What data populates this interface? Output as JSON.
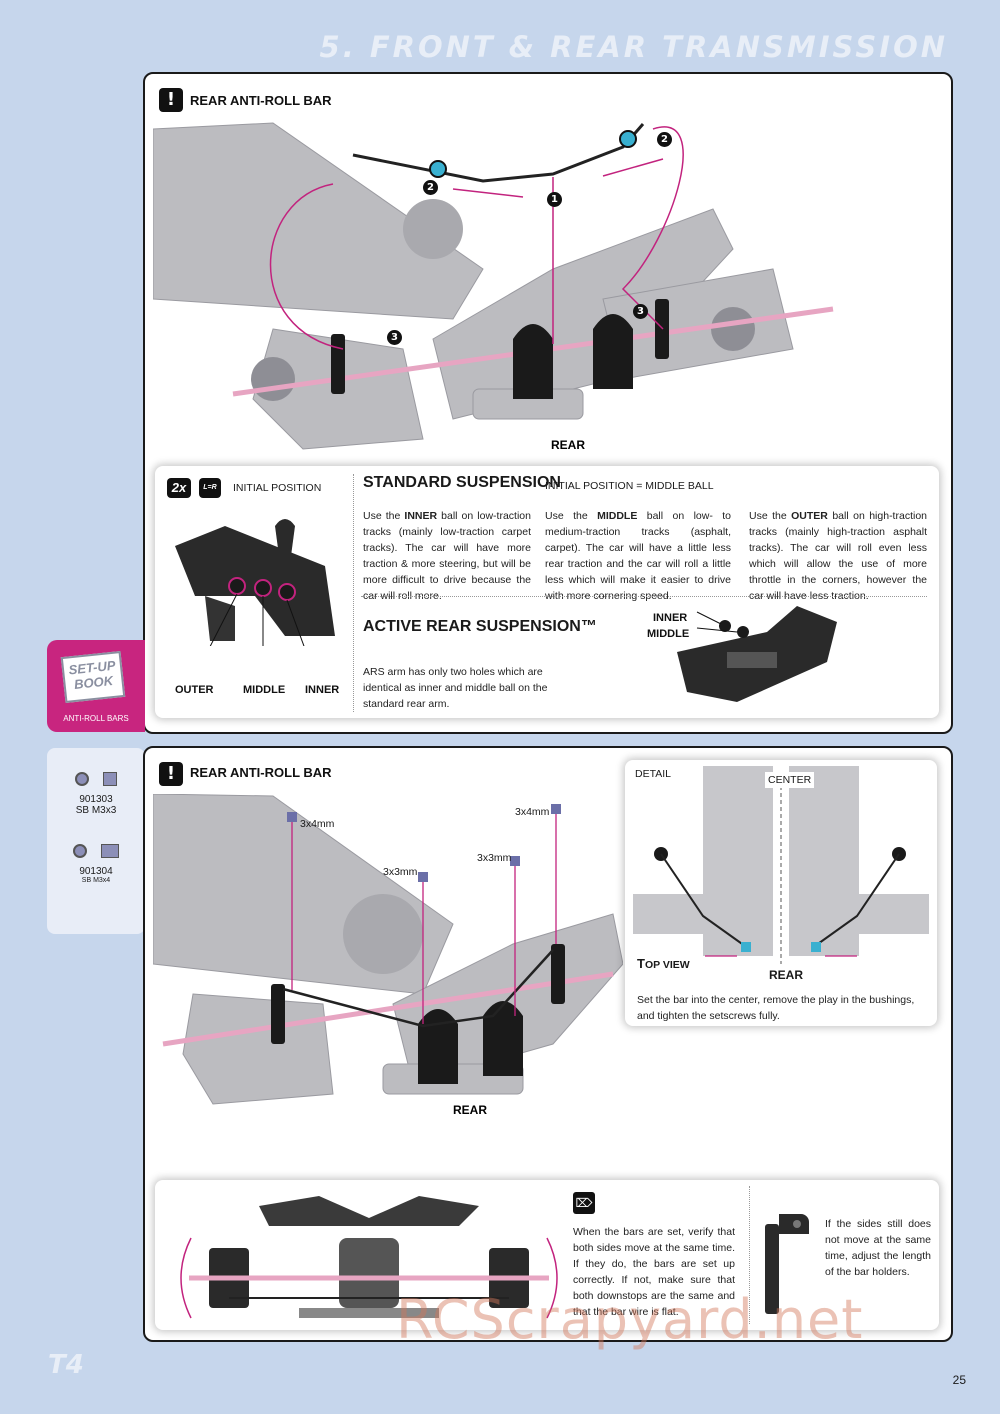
{
  "header": {
    "section_title": "5. FRONT & REAR TRANSMISSION"
  },
  "top_panel": {
    "title": "REAR ANTI-ROLL BAR",
    "step_numbers": [
      "1",
      "2",
      "2",
      "3",
      "3"
    ],
    "rear_label": "REAR"
  },
  "setup_tab": {
    "book_line1": "SET-UP",
    "book_line2": "BOOK",
    "caption": "ANTI-ROLL BARS"
  },
  "standard_box": {
    "badge_qty": "2x",
    "badge_lr": "L=R",
    "initial_position": "INITIAL POSITION",
    "title": "STANDARD SUSPENSION",
    "subtitle": "INITIAL POSITION = MIDDLE BALL",
    "col1": {
      "pre": "Use the ",
      "bold": "INNER",
      "post": " ball on low-traction tracks (mainly low-traction carpet tracks). The car will have more traction & more steering, but will be more difficult to drive because the car will roll more."
    },
    "col2": {
      "pre": "Use the ",
      "bold": "MIDDLE",
      "post": " ball on low- to medium-traction tracks (asphalt, carpet). The car will have a little less rear traction and the car will roll a little less which will make it easier to drive with more cornering speed."
    },
    "col3": {
      "pre": "Use the ",
      "bold": "OUTER",
      "post": " ball on high-traction tracks (mainly high-traction asphalt tracks). The car will roll even less which will allow the use of more throttle in the corners, however the car will have less traction."
    },
    "labels": {
      "outer": "OUTER",
      "middle": "MIDDLE",
      "inner": "INNER"
    },
    "ars_title": "ACTIVE REAR SUSPENSION™",
    "ars_text": "ARS arm has only two holes which are identical as inner and middle ball on the standard rear arm.",
    "ars_inner": "INNER",
    "ars_middle": "MIDDLE"
  },
  "parts": [
    {
      "code": "901303",
      "desc": "SB M3x3"
    },
    {
      "code": "901304",
      "desc": "SB M3x4"
    }
  ],
  "bottom_panel": {
    "title": "REAR ANTI-ROLL BAR",
    "screw_labels": [
      "3x4mm",
      "3x3mm",
      "3x3mm",
      "3x4mm"
    ],
    "rear_label": "REAR"
  },
  "detail_box": {
    "detail": "DETAIL",
    "center": "CENTER",
    "top_view_t": "T",
    "top_view_rest": "OP VIEW",
    "rear": "REAR",
    "text": "Set the bar into the center, remove the play in the bushings, and tighten the setscrews fully."
  },
  "verify_box": {
    "text1": "When the bars are set, verify that both sides move at the same time. If they do, the bars are set up correctly. If not, make sure that both downstops are the same and that the bar wire is flat.",
    "text2": "If the sides still does not move at the same time, adjust the length of the bar holders."
  },
  "footer": {
    "logo": "T4",
    "page": "25",
    "watermark": "RCScrapyard.net"
  },
  "colors": {
    "accent": "#c2237e",
    "background": "#c6d6ec"
  }
}
